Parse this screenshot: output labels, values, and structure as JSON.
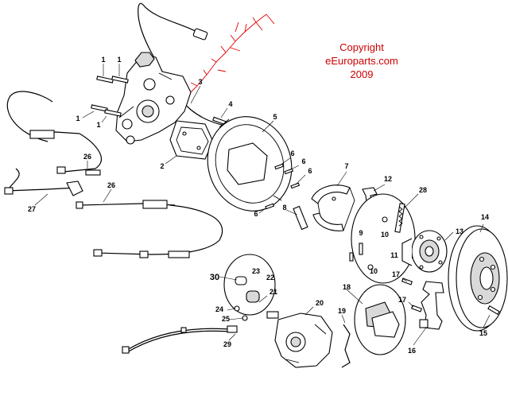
{
  "copyright": {
    "line1": "Copyright",
    "line2": "eEuroparts.com",
    "line3": "2009",
    "color": "#cc0000"
  },
  "annotation_color": "#e00000",
  "callouts": [
    {
      "id": "c1a",
      "text": "1"
    },
    {
      "id": "c1b",
      "text": "1"
    },
    {
      "id": "c1c",
      "text": "1"
    },
    {
      "id": "c1d",
      "text": "1"
    },
    {
      "id": "c2",
      "text": "2"
    },
    {
      "id": "c3",
      "text": "3"
    },
    {
      "id": "c4",
      "text": "4"
    },
    {
      "id": "c5",
      "text": "5"
    },
    {
      "id": "c6a",
      "text": "6"
    },
    {
      "id": "c6b",
      "text": "6"
    },
    {
      "id": "c6c",
      "text": "6"
    },
    {
      "id": "c6d",
      "text": "6"
    },
    {
      "id": "c7",
      "text": "7"
    },
    {
      "id": "c8",
      "text": "8"
    },
    {
      "id": "c9",
      "text": "9"
    },
    {
      "id": "c10a",
      "text": "10"
    },
    {
      "id": "c10b",
      "text": "10"
    },
    {
      "id": "c11",
      "text": "11"
    },
    {
      "id": "c12",
      "text": "12"
    },
    {
      "id": "c13",
      "text": "13"
    },
    {
      "id": "c14",
      "text": "14"
    },
    {
      "id": "c15",
      "text": "15"
    },
    {
      "id": "c16",
      "text": "16"
    },
    {
      "id": "c17a",
      "text": "17"
    },
    {
      "id": "c17b",
      "text": "17"
    },
    {
      "id": "c18",
      "text": "18"
    },
    {
      "id": "c19",
      "text": "19"
    },
    {
      "id": "c20",
      "text": "20"
    },
    {
      "id": "c21",
      "text": "21"
    },
    {
      "id": "c22",
      "text": "22"
    },
    {
      "id": "c23",
      "text": "23"
    },
    {
      "id": "c24",
      "text": "24"
    },
    {
      "id": "c25",
      "text": "25"
    },
    {
      "id": "c26a",
      "text": "26"
    },
    {
      "id": "c26b",
      "text": "26"
    },
    {
      "id": "c27",
      "text": "27"
    },
    {
      "id": "c28",
      "text": "28"
    },
    {
      "id": "c29",
      "text": "29"
    },
    {
      "id": "c30",
      "text": "30"
    }
  ]
}
